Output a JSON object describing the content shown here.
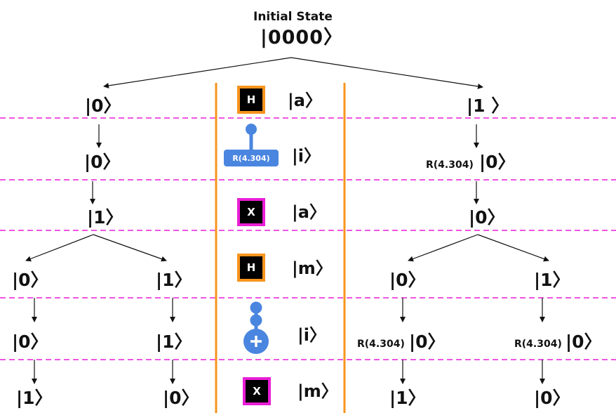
{
  "diagram": {
    "title": "Initial State",
    "root_state": "|0000〉",
    "colors": {
      "dashed_separator": "#e91ed6",
      "column_divider": "#f7941d",
      "control_gate": "#4a86e0",
      "gate_fill": "#000000",
      "gate_border_hadamard": "#f7941d",
      "gate_border_x": "#e91ed6"
    },
    "gate_column": {
      "rows": [
        {
          "gate": "H",
          "target": "|a〉"
        },
        {
          "gate": "R(4.304)",
          "target": "|i〉"
        },
        {
          "gate": "X",
          "target": "|a〉"
        },
        {
          "gate": "H",
          "target": "|m〉"
        },
        {
          "gate": "CNOT",
          "icon": "cnot-icon",
          "target": "|i〉"
        },
        {
          "gate": "X",
          "target": "|m〉"
        }
      ]
    },
    "left_branch": {
      "states": [
        "|0〉",
        "|0〉",
        "|1〉"
      ],
      "sub_left": [
        "|0〉",
        "|0〉",
        "|1〉"
      ],
      "sub_right": [
        "|1〉",
        "|1〉",
        "|0〉"
      ]
    },
    "right_branch": {
      "states": [
        "|1 〉",
        "|0〉",
        "|0〉"
      ],
      "rotation_label": "R(4.304)",
      "sub_left": [
        "|0〉",
        "|0〉",
        "|1〉"
      ],
      "sub_right": [
        "|1〉",
        "|0〉",
        "|0〉"
      ]
    }
  }
}
